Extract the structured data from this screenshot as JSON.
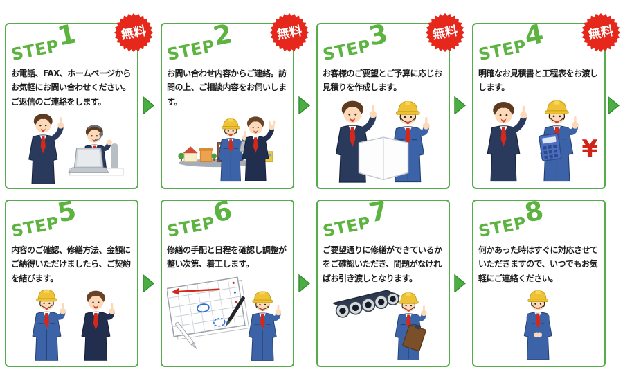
{
  "theme": {
    "green_border": "#54ad4a",
    "green_step": "#5cb340",
    "green_arrow": "#4bae43",
    "badge_red": "#e5281b",
    "badge_text": "#ffffff",
    "text_color": "#1e1e1e"
  },
  "badge": {
    "label": "無料"
  },
  "icons": {
    "yen": "¥"
  },
  "steps": [
    {
      "label": "STEP",
      "number": "1",
      "free": true,
      "text": "お電話、FAX、ホームページからお気軽にお問い合わせください。ご返信のご連絡をします。",
      "illustration": "businessman-pointing-and-operator-with-headset-at-laptop"
    },
    {
      "label": "STEP",
      "number": "2",
      "free": true,
      "text": "お問い合わせ内容からご連絡。訪問の上、ご相談内容をお伺いします。",
      "illustration": "town-with-worker-holding-tablet-and-businessman"
    },
    {
      "label": "STEP",
      "number": "3",
      "free": true,
      "text": "お客様のご要望とご予算に応じお見積りを作成します。",
      "illustration": "businessman-and-worker-reviewing-blueprint"
    },
    {
      "label": "STEP",
      "number": "4",
      "free": true,
      "text": "明確なお見積書と工程表をお渡しします。",
      "illustration": "businessman-and-worker-with-calculator-and-yen"
    },
    {
      "label": "STEP",
      "number": "5",
      "free": false,
      "text": "内容のご確認、修繕方法、金額にご納得いただけましたら、ご契約を結びます。",
      "illustration": "worker-and-businessman-thumbs-up"
    },
    {
      "label": "STEP",
      "number": "6",
      "free": false,
      "text": "修繕の手配と日程を確認し調整が整い次第、着工します。",
      "illustration": "calendar-schedule-with-pens-and-worker"
    },
    {
      "label": "STEP",
      "number": "7",
      "free": false,
      "text": "ご要望通りに修繕ができているかをご確認いただき、問題がなければお引き渡しとなります。",
      "illustration": "pipe-stack-and-worker-with-clipboard"
    },
    {
      "label": "STEP",
      "number": "8",
      "free": false,
      "text": "何かあった時はすぐに対応させていただきますので、いつでもお気軽にご連絡ください。",
      "illustration": "worker-bowing-politely"
    }
  ]
}
